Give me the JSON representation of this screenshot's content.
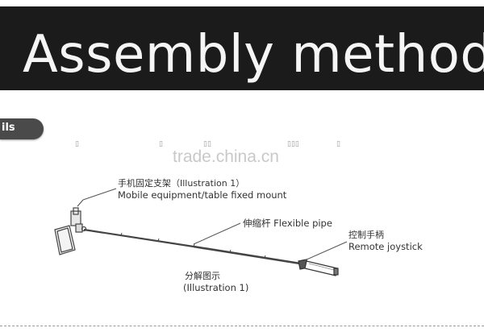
{
  "banner": {
    "title": "Assembly method"
  },
  "tab": {
    "label": "ils"
  },
  "watermark": "trade.china.cn",
  "callouts": {
    "mount_cn": "手机固定支架（Illustration 1）",
    "mount_en": "Mobile equipment/table fixed mount",
    "pipe": "伸缩杆 Flexible pipe",
    "joystick_cn": "控制手柄",
    "joystick_en": "Remote joystick",
    "caption_cn": "分解图示",
    "caption_en": "(Illustration  1)"
  }
}
